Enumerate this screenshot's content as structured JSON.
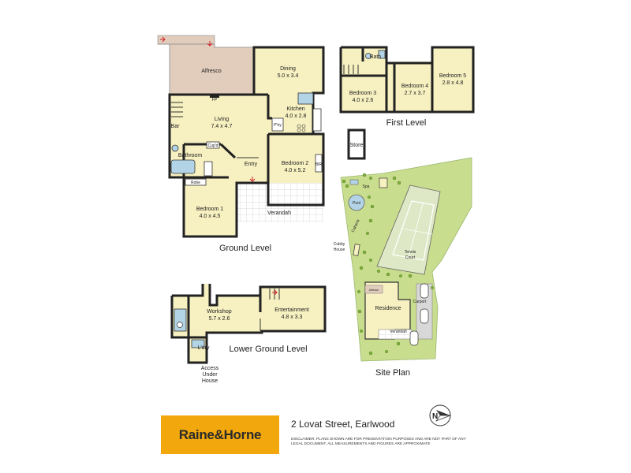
{
  "ground_level": {
    "title": "Ground Level",
    "rooms": {
      "alfresco": "Alfresco",
      "dining": {
        "name": "Dining",
        "size": "5.0 x 3.4"
      },
      "living": {
        "name": "Living",
        "size": "7.4 x 4.7"
      },
      "kitchen": {
        "name": "Kitchen",
        "size": "4.0 x 2.8"
      },
      "bar": "Bar",
      "bathroom": "Bathroom",
      "entry": "Entry",
      "bedroom1": {
        "name": "Bedroom 1",
        "size": "4.0 x 4.5"
      },
      "bedroom2": {
        "name": "Bedroom 2",
        "size": "4.0 x 5.2"
      },
      "verandah": "Verandah"
    },
    "small_labels": {
      "fp": "FP",
      "pantry": "P'try",
      "robe": "Robe",
      "cupd": "Cup'd",
      "bir": "BIR"
    }
  },
  "first_level": {
    "title": "First Level",
    "rooms": {
      "bath": "Bath",
      "bedroom3": {
        "name": "Bedroom 3",
        "size": "4.0 x 2.6"
      },
      "bedroom4": {
        "name": "Bedroom 4",
        "size": "2.7 x 3.7"
      },
      "bedroom5": {
        "name": "Bedroom 5",
        "size": "2.8 x 4.8"
      }
    }
  },
  "store": "Store",
  "lower_ground_level": {
    "title": "Lower Ground Level",
    "rooms": {
      "workshop": {
        "name": "Workshop",
        "size": "5.7 x 2.6"
      },
      "entertainment": {
        "name": "Entertainment",
        "size": "4.8 x 3.3"
      },
      "laundry": "L'dry"
    },
    "access_note": [
      "Access",
      "Under",
      "House"
    ]
  },
  "site_plan": {
    "title": "Site Plan",
    "labels": {
      "pool": "Pool",
      "cabana": "Cabana",
      "spa": "Spa",
      "cubby_house": [
        "Cubby",
        "House"
      ],
      "tennis_court": [
        "Tennis",
        "Court"
      ],
      "alfresco": "Alfresco",
      "residence": "Residence",
      "verandah": "Verandah",
      "carport": "Carport"
    }
  },
  "footer": {
    "brand": "Raine&Horne",
    "address": "2 Lovat Street, Earlwood",
    "north_label": "N",
    "disclaimer": "DISCLAIMER: PLANS SHOWN ARE FOR PRESENTATION PURPOSES AND ARE NOT PART OF ANY LEGAL DOCUMENT. ALL MEASUREMENTS AND FIGURES ARE APPROXIMATE"
  },
  "colors": {
    "floor": "#f7f0c0",
    "alfresco_deck": "#e2cdbd",
    "water": "#b3d4e6",
    "lawn": "#c9dd8e",
    "court": "#dfe8c6",
    "brand": "#f2a80d",
    "tile_grid": "#cfcfcf"
  }
}
